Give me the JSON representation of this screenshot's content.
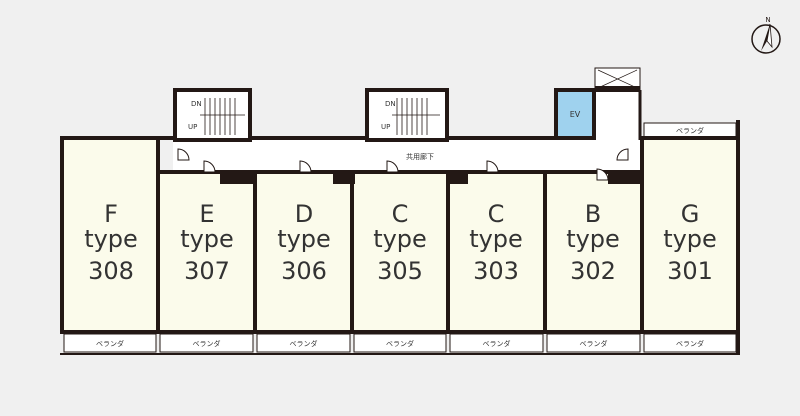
{
  "compass": {
    "label": "N",
    "icon": "north-arrow-icon"
  },
  "corridor": {
    "label": "共用廊下"
  },
  "elevator": {
    "label": "EV"
  },
  "stairs": [
    {
      "dn": "DN",
      "up": "UP"
    },
    {
      "dn": "DN",
      "up": "UP"
    }
  ],
  "balcony_label": "ベランダ",
  "top_balcony_label": "ベランダ",
  "units": [
    {
      "letter": "F",
      "type": "type",
      "number": "308"
    },
    {
      "letter": "E",
      "type": "type",
      "number": "307"
    },
    {
      "letter": "D",
      "type": "type",
      "number": "306"
    },
    {
      "letter": "C",
      "type": "type",
      "number": "305"
    },
    {
      "letter": "C",
      "type": "type",
      "number": "303"
    },
    {
      "letter": "B",
      "type": "type",
      "number": "302"
    },
    {
      "letter": "G",
      "type": "type",
      "number": "301"
    }
  ],
  "colors": {
    "background": "#f0f0f0",
    "unit_fill": "#fbfbeb",
    "wall": "#231815",
    "elevator": "#9fd2ee",
    "corridor": "#ffffff"
  }
}
